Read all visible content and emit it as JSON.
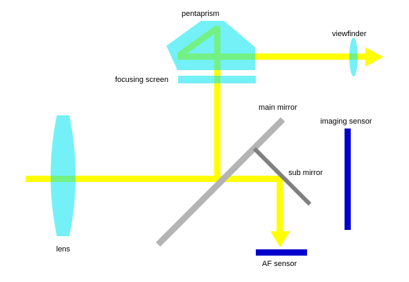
{
  "labels": {
    "pentaprism": "pentaprism",
    "viewfinder": "viewfinder",
    "focusing_screen": "focusing screen",
    "main_mirror": "main mirror",
    "imaging_sensor": "imaging sensor",
    "sub_mirror": "sub mirror",
    "lens": "lens",
    "af_sensor": "AF sensor"
  },
  "colors": {
    "light_beam": "#ffff00",
    "glass": "#00e5f0",
    "sensor": "#0000cc",
    "main_mirror": "#b4b4b4",
    "sub_mirror": "#808080"
  }
}
